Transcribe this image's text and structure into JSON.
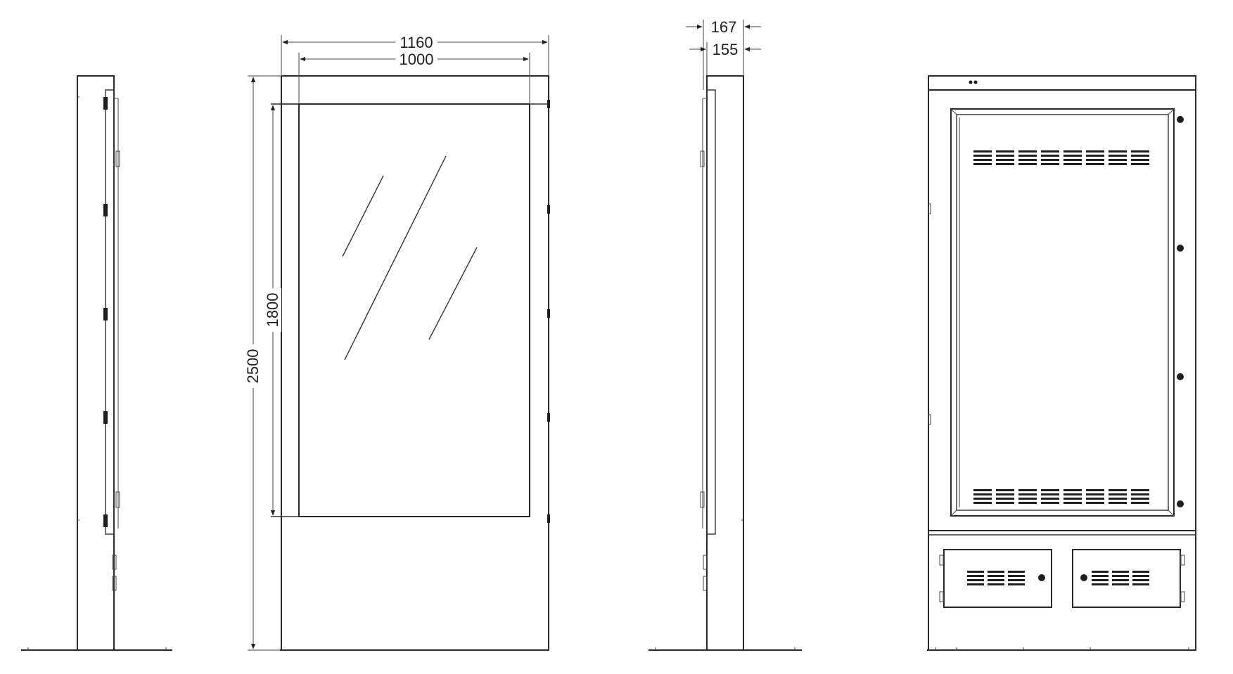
{
  "dimensions": {
    "overall_width": "1160",
    "screen_width": "1000",
    "overall_height": "2500",
    "screen_height": "1800",
    "depth_outer": "167",
    "depth_inner": "155"
  }
}
